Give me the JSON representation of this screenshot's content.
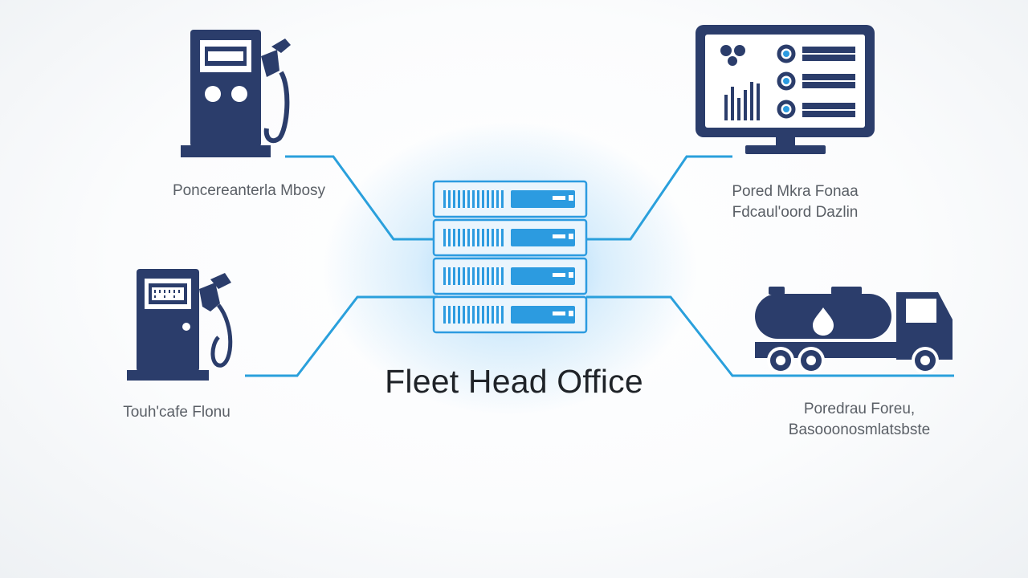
{
  "hub": {
    "title": "Fleet Head Office",
    "icon": "server-rack-icon"
  },
  "nodes": [
    {
      "id": "top-left",
      "icon": "fuel-pump-icon",
      "label_lines": [
        "Poncereanterla Mbosy"
      ]
    },
    {
      "id": "bottom-left",
      "icon": "fuel-pump-icon",
      "label_lines": [
        "Touh'cafe Flonu"
      ]
    },
    {
      "id": "top-right",
      "icon": "monitor-dashboard-icon",
      "label_lines": [
        "Pored Mkra Fonaa",
        "Fdcaul'oord Dazlin"
      ]
    },
    {
      "id": "bottom-right",
      "icon": "fuel-tanker-truck-icon",
      "label_lines": [
        "Poredrau Foreu,",
        "Basooonosmlatsbste"
      ]
    }
  ],
  "colors": {
    "icon_navy": "#2b3d6b",
    "line_blue": "#2aa0dc",
    "server_blue": "#2c9be0",
    "label_gray": "#5a5f66",
    "title_dark": "#1f2328"
  }
}
